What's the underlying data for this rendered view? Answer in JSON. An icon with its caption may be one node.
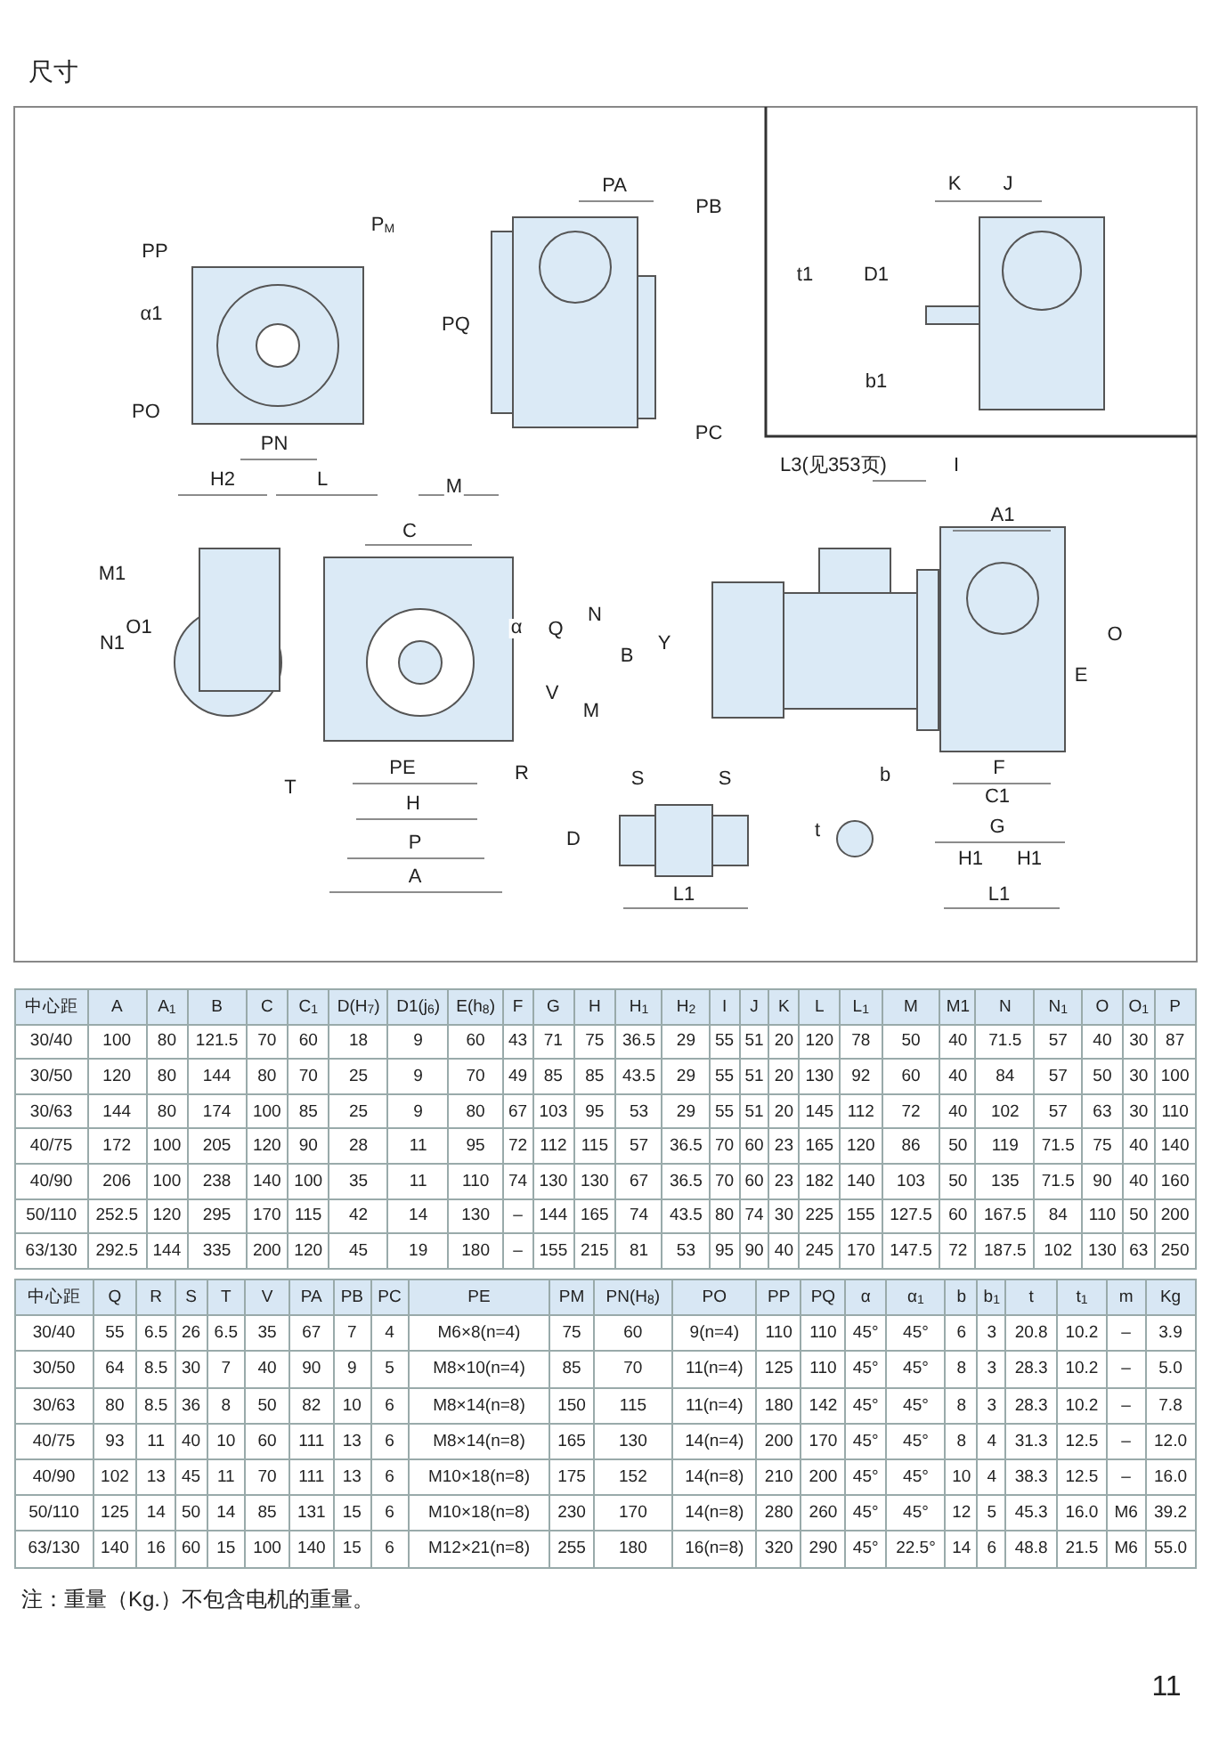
{
  "diagram": {
    "title": "尺寸",
    "labels": [
      "PA",
      "K",
      "J",
      "PB",
      "P$_{M}$",
      "PP",
      "t1",
      "D1",
      "α1",
      "PQ",
      "b1",
      "PO",
      "PC",
      "PN",
      "L3(见353页)",
      "I",
      "H2",
      "L",
      "M",
      "A1",
      "C",
      "M1",
      "N1",
      "O1",
      "α",
      "Q",
      "N",
      "B",
      "Y",
      "O",
      "E",
      "V",
      "M",
      "T",
      "PE",
      "R",
      "S",
      "S",
      "b",
      "F",
      "H",
      "C1",
      "P",
      "D",
      "t",
      "G",
      "H1",
      "H1",
      "A",
      "L1",
      "L1",
      "中心距",
      "A",
      "A$_{1}$",
      "B",
      "C",
      "C$_{1}$",
      "D(H$_{7}$)",
      "D1(j$_{6}$)",
      "E(h$_{8}$)",
      "F",
      "G",
      "H",
      "H$_{1}$",
      "H$_{2}$",
      "I",
      "J",
      "K",
      "L",
      "L$_{1}$",
      "M",
      "M1",
      "N",
      "N$_{1}$",
      "O",
      "O$_{1}$",
      "P",
      "30/40",
      "100",
      "80",
      "121.5",
      "70",
      "60",
      "18",
      "9",
      "60",
      "43",
      "71",
      "75",
      "36.5",
      "29",
      "55",
      "51",
      "20",
      "120",
      "78",
      "50",
      "40",
      "71.5",
      "57",
      "40",
      "30",
      "87",
      "30/50",
      "120",
      "80",
      "144",
      "80",
      "70",
      "25",
      "9",
      "70",
      "49",
      "85",
      "85",
      "43.5",
      "29",
      "55",
      "51",
      "20",
      "130",
      "92",
      "60",
      "40",
      "84",
      "57",
      "50",
      "30",
      "100",
      "30/63",
      "144",
      "80",
      "174",
      "100",
      "85",
      "25",
      "9",
      "80",
      "67",
      "103",
      "95",
      "53",
      "29",
      "55",
      "51",
      "20",
      "145",
      "112",
      "72",
      "40",
      "102",
      "57",
      "63",
      "30",
      "110",
      "40/75",
      "172",
      "100",
      "205",
      "120",
      "90",
      "28",
      "11",
      "95",
      "72",
      "112",
      "115",
      "57",
      "36.5",
      "70",
      "60",
      "23",
      "165",
      "120",
      "86",
      "50",
      "119",
      "71.5",
      "75",
      "40",
      "140",
      "40/90",
      "206",
      "100",
      "238",
      "140",
      "100",
      "35",
      "11",
      "110",
      "74",
      "130",
      "130",
      "67",
      "36.5",
      "70",
      "60",
      "23",
      "182",
      "140",
      "103",
      "50",
      "135",
      "71.5",
      "90",
      "40",
      "160",
      "50/110",
      "252.5",
      "120",
      "295",
      "170",
      "115",
      "42",
      "14",
      "130",
      "–",
      "144",
      "165",
      "74",
      "43.5",
      "80",
      "74",
      "30",
      "225",
      "155",
      "127.5",
      "60",
      "167.5",
      "84",
      "110",
      "50",
      "200",
      "63/130",
      "292.5",
      "144",
      "335",
      "200",
      "120",
      "45",
      "19",
      "180",
      "–",
      "155",
      "215",
      "81",
      "53",
      "95",
      "90",
      "40",
      "245",
      "170",
      "147.5",
      "72",
      "187.5",
      "102",
      "130",
      "63",
      "250",
      "中心距",
      "Q",
      "R",
      "S",
      "T",
      "V",
      "PA",
      "PB",
      "PC",
      "PE",
      "PM",
      "PN(H$_{8}$)",
      "PO",
      "PP",
      "PQ",
      "α",
      "α$_{1}$",
      "b",
      "b$_{1}$",
      "t",
      "t$_{1}$",
      "m",
      "Kg",
      "30/40",
      "55",
      "6.5",
      "26",
      "6.5",
      "35",
      "67",
      "7",
      "4",
      "M6×8(n=4)",
      "75",
      "60",
      "9(n=4)",
      "110",
      "110",
      "45°",
      "45°",
      "6",
      "3",
      "20.8",
      "10.2",
      "–",
      "3.9",
      "30/50",
      "64",
      "8.5",
      "30",
      "7",
      "40",
      "90",
      "9",
      "5",
      "M8×10(n=4)",
      "85",
      "70",
      "11(n=4)",
      "125",
      "110",
      "45°",
      "45°",
      "8",
      "3",
      "28.3",
      "10.2",
      "–",
      "5.0",
      "30/63",
      "80",
      "8.5",
      "36",
      "8",
      "50",
      "82",
      "10",
      "6",
      "M8×14(n=8)",
      "150",
      "115",
      "11(n=4)",
      "180",
      "142",
      "45°",
      "45°",
      "8",
      "3",
      "28.3",
      "10.2",
      "–",
      "7.8",
      "40/75",
      "93",
      "11",
      "40",
      "10",
      "60",
      "111",
      "13",
      "6",
      "M8×14(n=8)",
      "165",
      "130",
      "14(n=4)",
      "200",
      "170",
      "45°",
      "45°",
      "8",
      "4",
      "31.3",
      "12.5",
      "–",
      "12.0",
      "40/90",
      "102",
      "13",
      "45",
      "11",
      "70",
      "111",
      "13",
      "6",
      "M10×18(n=8)",
      "175",
      "152",
      "14(n=8)",
      "210",
      "200",
      "45°",
      "45°",
      "10",
      "4",
      "38.3",
      "12.5",
      "–",
      "16.0",
      "50/110",
      "125",
      "14",
      "50",
      "14",
      "85",
      "131",
      "15",
      "6",
      "M10×18(n=8)",
      "230",
      "170",
      "14(n=8)",
      "280",
      "260",
      "45°",
      "45°",
      "12",
      "5",
      "45.3",
      "16.0",
      "M6",
      "39.2",
      "63/130",
      "140",
      "16",
      "60",
      "15",
      "100",
      "140",
      "15",
      "6",
      "M12×21(n=8)",
      "255",
      "180",
      "16(n=8)",
      "320",
      "290",
      "45°",
      "22.5°",
      "14",
      "6",
      "48.8",
      "21.5",
      "M6",
      "55.0",
      "注：重量（Kg.）不包含电机的重量。",
      "11"
    ]
  }
}
